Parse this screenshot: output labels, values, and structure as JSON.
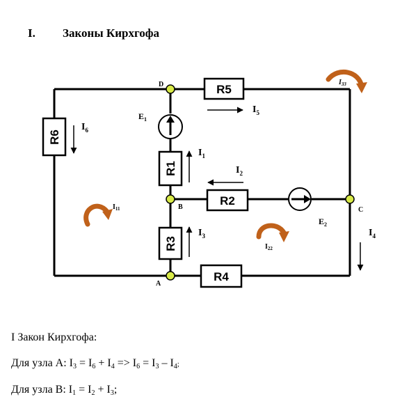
{
  "heading": {
    "number": "I.",
    "title": "Законы Кирхгофа"
  },
  "circuit": {
    "resistors": {
      "r1": "R1",
      "r2": "R2",
      "r3": "R3",
      "r4": "R4",
      "r5": "R5",
      "r6": "R6"
    },
    "nodes": {
      "a": "A",
      "b": "B",
      "c": "C",
      "d": "D"
    },
    "sources": {
      "e1": {
        "letter": "E",
        "index": "1"
      },
      "e2": {
        "letter": "E",
        "index": "2"
      }
    },
    "currents": {
      "i1": {
        "letter": "I",
        "index": "1"
      },
      "i2": {
        "letter": "I",
        "index": "2"
      },
      "i3": {
        "letter": "I",
        "index": "3"
      },
      "i4": {
        "letter": "I",
        "index": "4"
      },
      "i5": {
        "letter": "I",
        "index": "5"
      },
      "i6": {
        "letter": "I",
        "index": "6"
      }
    },
    "loops": {
      "i11": {
        "letter": "I",
        "index": "11"
      },
      "i22": {
        "letter": "I",
        "index": "22"
      },
      "i33": {
        "letter": "I",
        "index": "33"
      }
    },
    "colors": {
      "wire": "#000000",
      "node": "#d8ea48",
      "loop_arrow": "#c0611a"
    }
  },
  "text": {
    "law": "I Закон Кирхгофа:",
    "node_a": {
      "prefix": "Для узла A: I",
      "s1": "3",
      "t1": " = I",
      "s2": "6",
      "t2": " + I",
      "s3": "4",
      "t3": " => I",
      "s4": "6",
      "t4": " = I",
      "s5": "3",
      "t5": " – I",
      "s6": "4",
      "tail": ";"
    },
    "node_b": {
      "prefix": "Для узла B: I",
      "s1": "1",
      "t1": " = I",
      "s2": "2",
      "t2": " + I",
      "s3": "3",
      "tail": ";"
    }
  }
}
